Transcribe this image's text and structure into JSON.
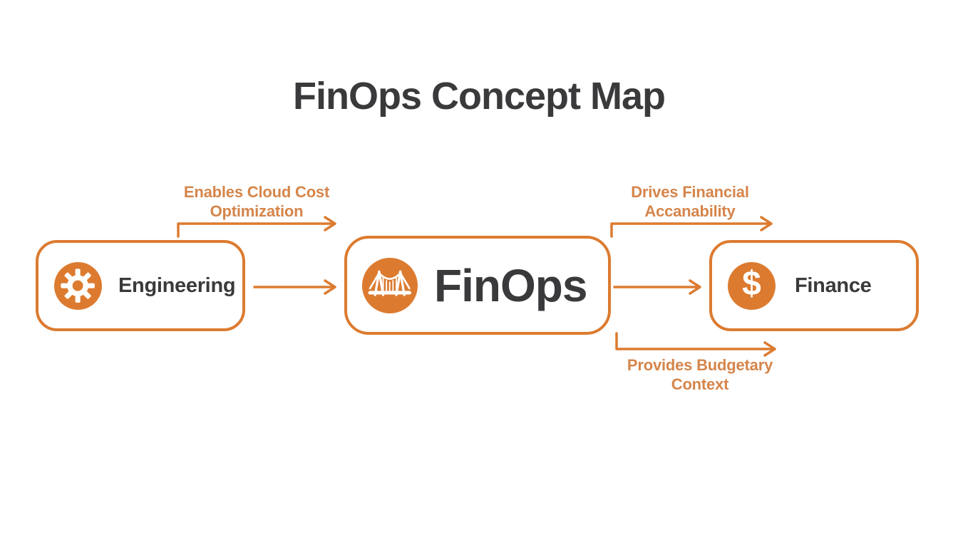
{
  "title": "FinOps Concept Map",
  "palette": {
    "orange": "#DC7B30",
    "label_orange": "#D5854A",
    "dark": "#3A3A3C",
    "background": "#FFFFFF"
  },
  "nodes": [
    {
      "id": "engineering",
      "label": "Engineering",
      "icon": "gear-icon"
    },
    {
      "id": "finops",
      "label": "FinOps",
      "icon": "bridge-icon"
    },
    {
      "id": "finance",
      "label": "Finance",
      "icon": "dollar-icon",
      "icon_glyph": "$"
    }
  ],
  "edges": [
    {
      "from": "Engineering",
      "to": "FinOps",
      "label_line1": "Enables Cloud Cost",
      "label_line2": "Optimization"
    },
    {
      "from": "FinOps",
      "to": "Finance",
      "label_line1": "Drives Financial",
      "label_line2": "Accanability"
    },
    {
      "from": "FinOps",
      "to": "Finance",
      "label_line1": "Provides Budgetary",
      "label_line2": "Context"
    }
  ]
}
